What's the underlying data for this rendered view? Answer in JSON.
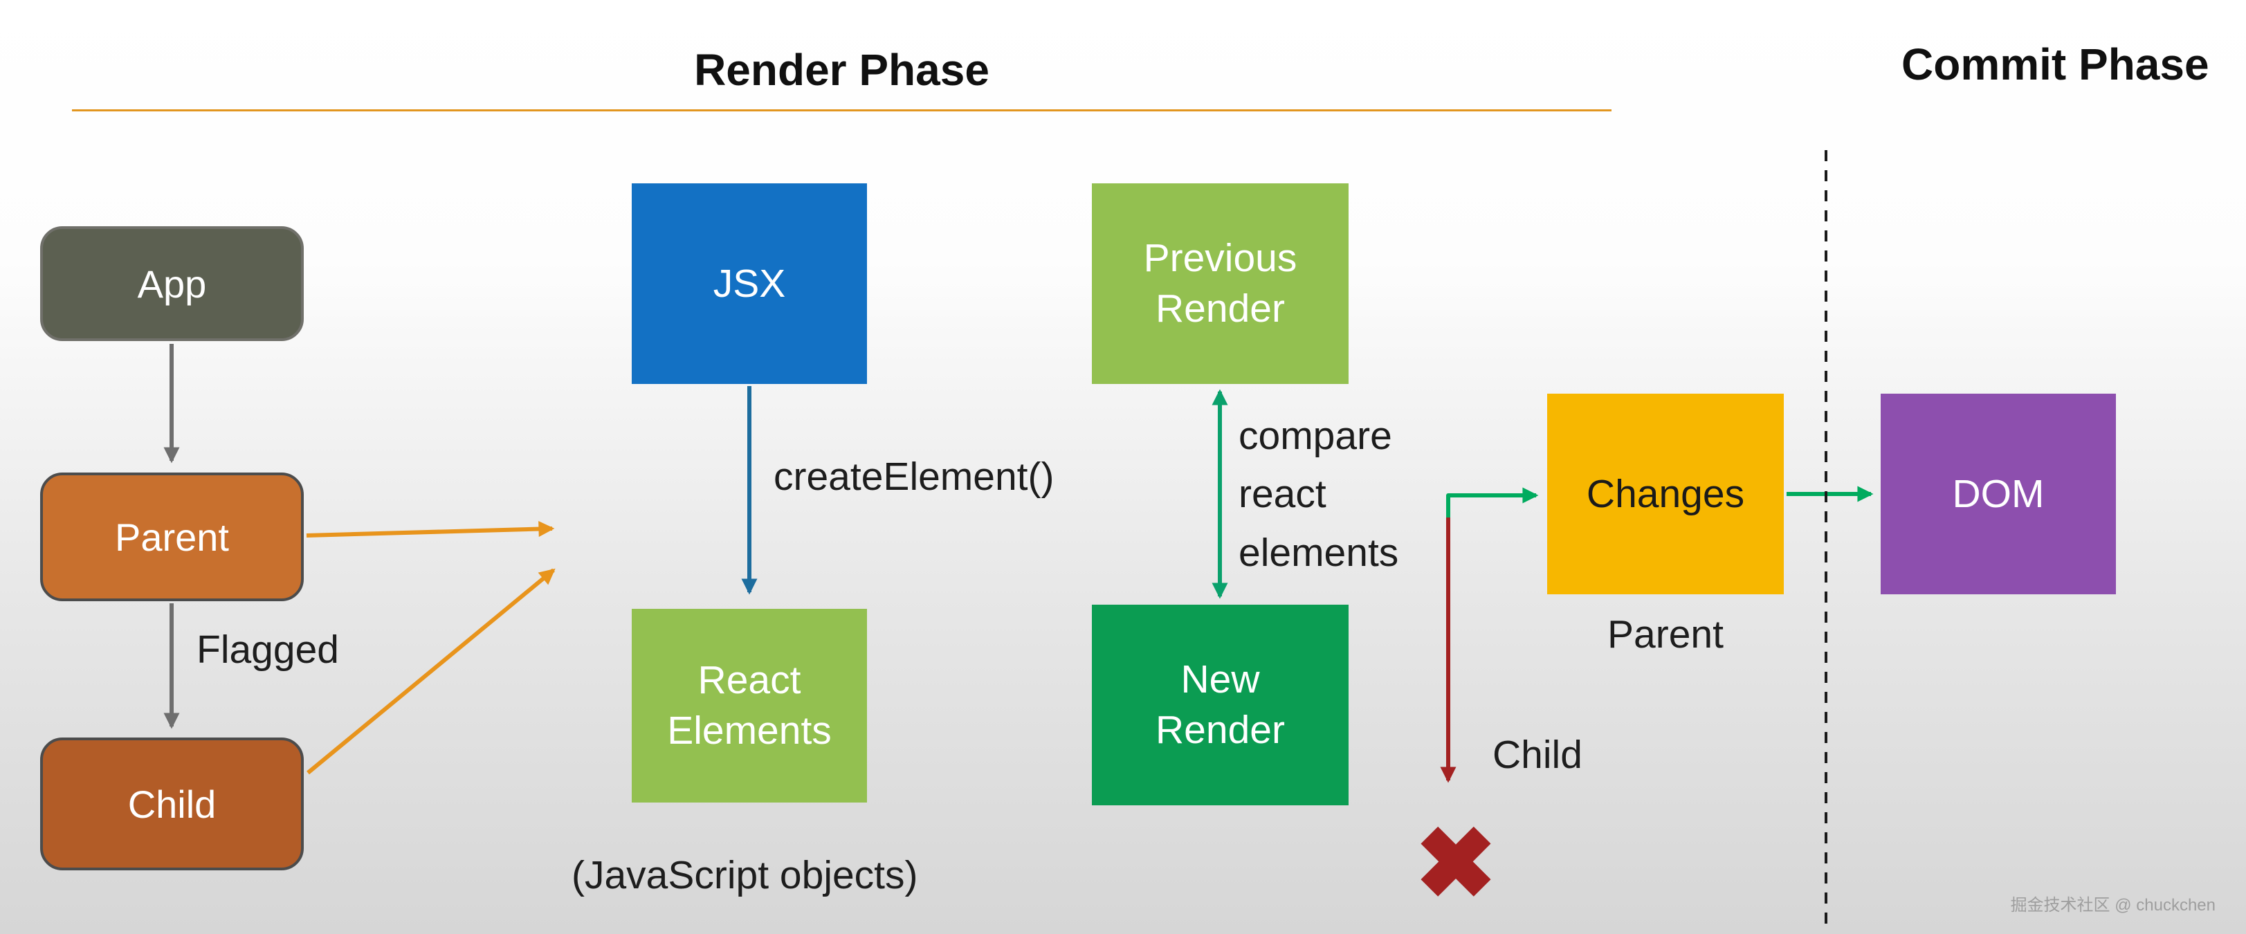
{
  "titles": {
    "render_phase": "Render Phase",
    "commit_phase": "Commit Phase"
  },
  "tree": {
    "app": "App",
    "parent": "Parent",
    "child": "Child",
    "flagged_label": "Flagged"
  },
  "jsx_flow": {
    "jsx": "JSX",
    "create_element_label": "createElement()",
    "react_elements": "React Elements",
    "javascript_objects_note": "(JavaScript objects)"
  },
  "compare_flow": {
    "previous_render": "Previous Render",
    "new_render": "New Render",
    "compare_label": "compare react elements"
  },
  "commit_flow": {
    "changes": "Changes",
    "changes_caption": "Parent",
    "child_label": "Child",
    "dom": "DOM"
  },
  "icons": {
    "x_mark": "✖"
  },
  "watermark": "掘金技术社区 @ chuckchen",
  "colors": {
    "app-bg": "#5c6051",
    "parent-bg": "#c8702e",
    "child-bg": "#b25c27",
    "jsx-bg": "#1371c4",
    "light-green-bg": "#93c050",
    "new-render-bg": "#0b9c52",
    "changes-bg": "#f7b700",
    "dom-bg": "#8d4fae",
    "arrow-gray": "#6e6e6e",
    "arrow-orange": "#e8941c",
    "arrow-blue": "#1d6d9e",
    "arrow-teal": "#0aa16c",
    "arrow-green": "#00ab5e",
    "arrow-red": "#a32121",
    "accent-line": "#e2961f",
    "x-mark": "#a32121",
    "divider": "#1a1a1a"
  }
}
